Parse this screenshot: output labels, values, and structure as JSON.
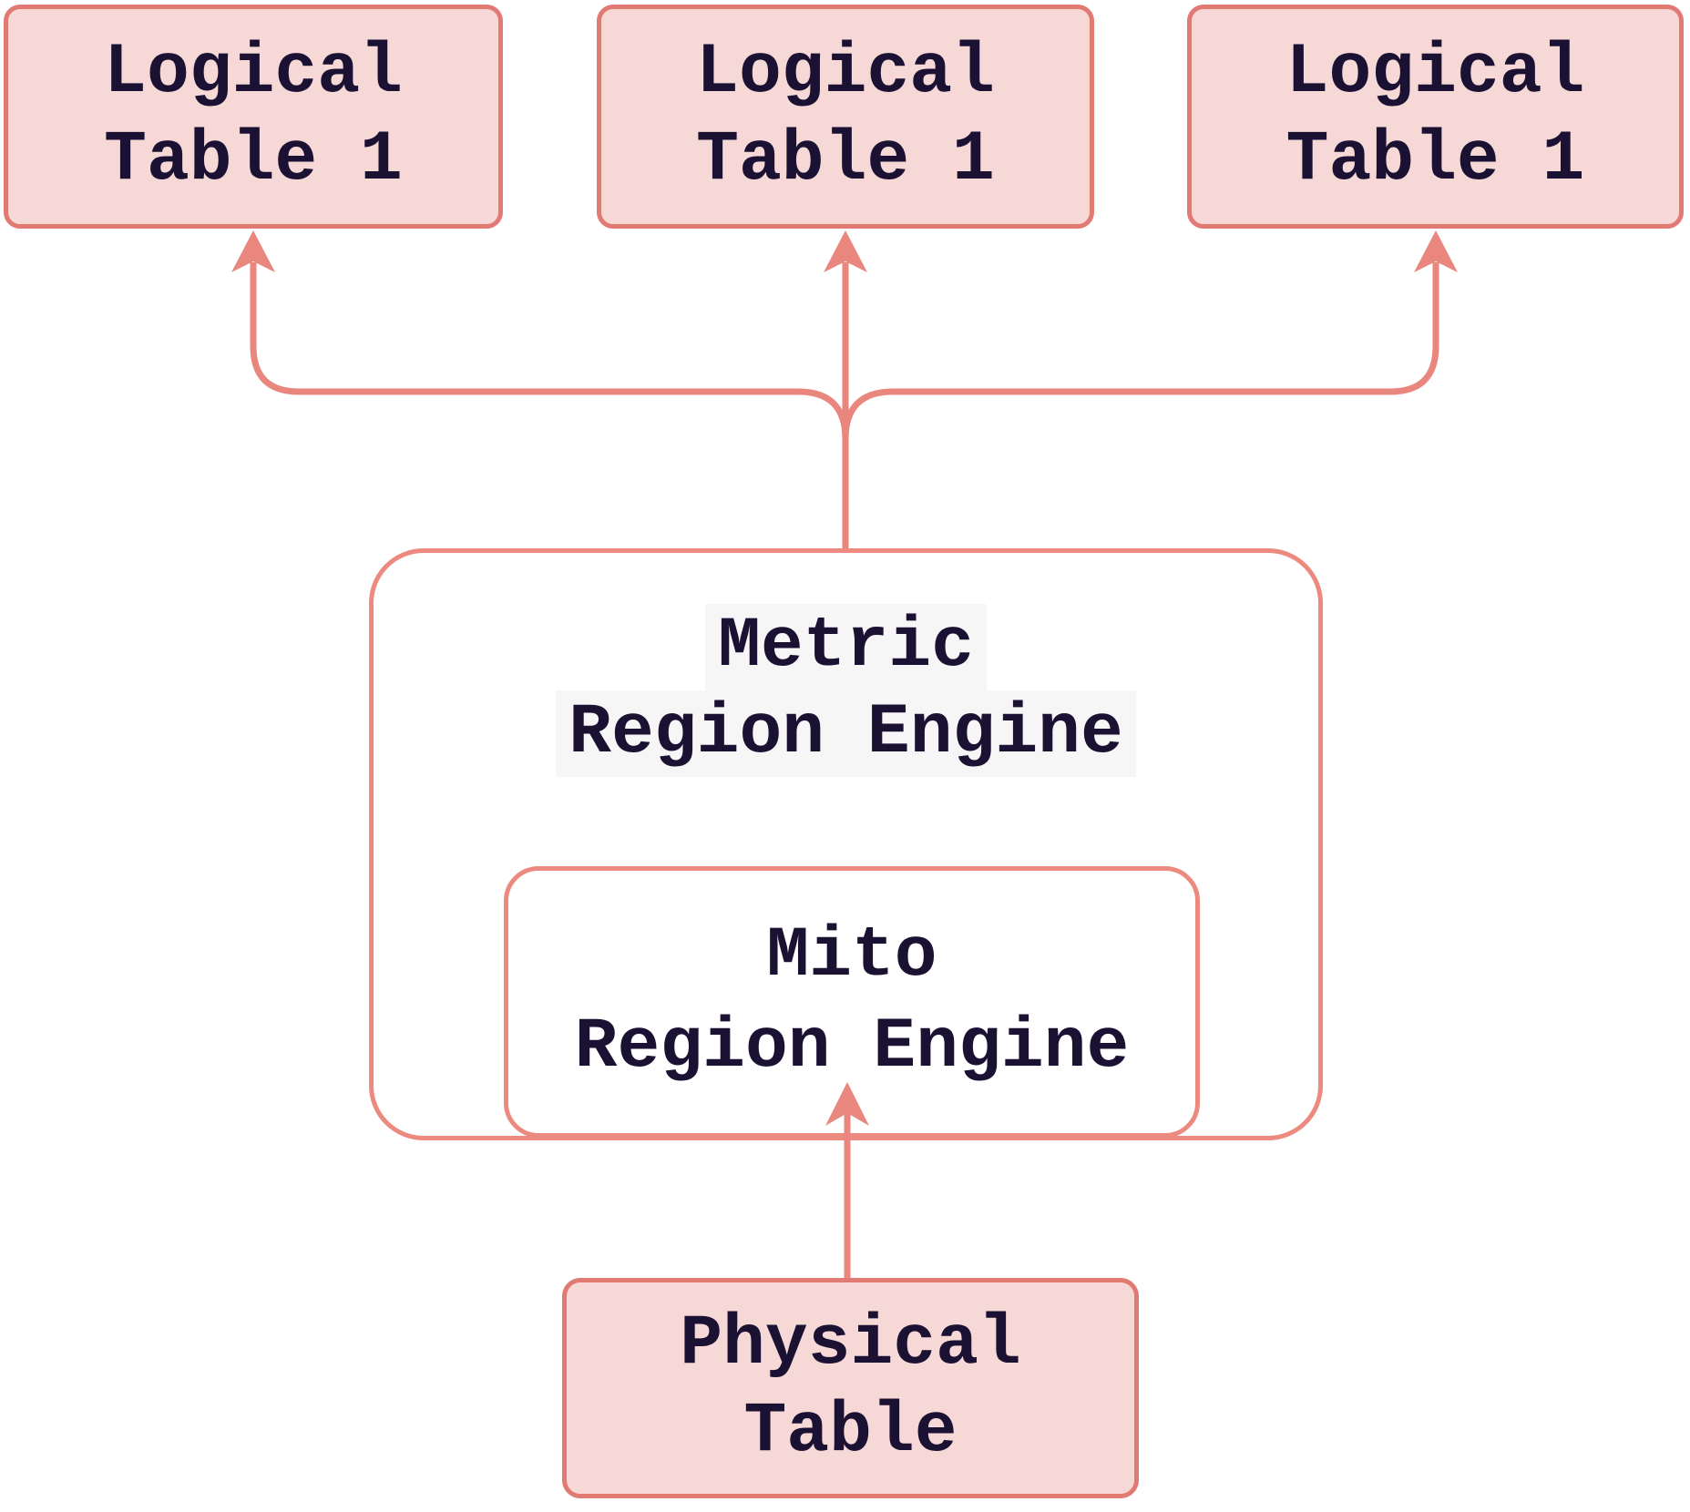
{
  "diagram": {
    "type": "flowchart",
    "direction": "bottom-to-top",
    "colors": {
      "canvas_bg": "#ffffff",
      "table_node_fill": "#f6d8d7",
      "table_node_border": "#e17a72",
      "engine_node_fill": "#ffffff",
      "engine_node_border": "#ec8a80",
      "arrow": "#e9867d",
      "text": "#1a1133",
      "title_label_bg": "#f6f6f6"
    },
    "nodes": {
      "logical1": {
        "lines": [
          "Logical",
          "Table 1"
        ]
      },
      "logical2": {
        "lines": [
          "Logical",
          "Table 1"
        ]
      },
      "logical3": {
        "lines": [
          "Logical",
          "Table 1"
        ]
      },
      "metric": {
        "lines": [
          "Metric",
          "Region Engine"
        ]
      },
      "mito": {
        "lines": [
          "Mito",
          "Region Engine"
        ]
      },
      "physical": {
        "lines": [
          "Physical",
          "Table"
        ]
      }
    },
    "edges": [
      {
        "from": "physical",
        "to": "mito"
      },
      {
        "from": "metric",
        "to": "logical1"
      },
      {
        "from": "metric",
        "to": "logical2"
      },
      {
        "from": "metric",
        "to": "logical3"
      }
    ]
  }
}
